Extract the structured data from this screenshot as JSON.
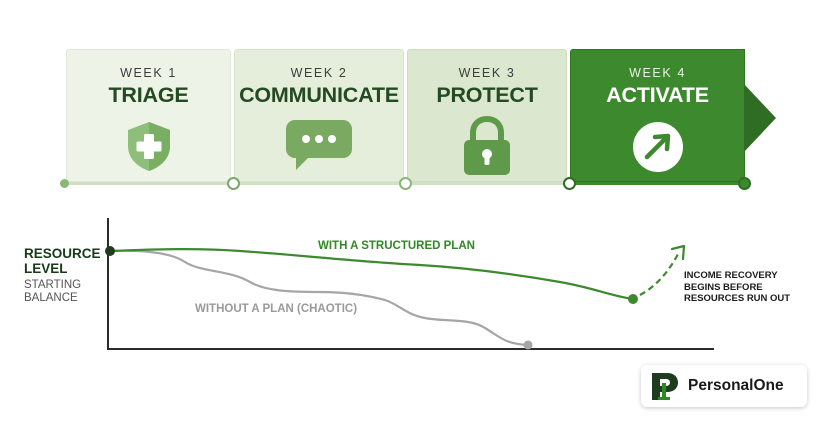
{
  "weeks": [
    {
      "week": "WEEK 1",
      "phase": "TRIAGE",
      "icon": "shield-plus-icon"
    },
    {
      "week": "WEEK 2",
      "phase": "COMMUNICATE",
      "icon": "chat-bubble-icon"
    },
    {
      "week": "WEEK 3",
      "phase": "PROTECT",
      "icon": "padlock-icon"
    },
    {
      "week": "WEEK 4",
      "phase": "ACTIVATE",
      "icon": "arrow-up-right-icon"
    }
  ],
  "chart": {
    "y_axis_label_line1": "RESOURCE",
    "y_axis_label_line2": "LEVEL",
    "starting_label_line1": "STARTING",
    "starting_label_line2": "BALANCE",
    "with_plan_label": "WITH A STRUCTURED PLAN",
    "without_plan_label": "WITHOUT A PLAN (CHAOTIC)",
    "recovery_line1": "INCOME RECOVERY",
    "recovery_line2": "BEGINS BEFORE",
    "recovery_line3": "RESOURCES RUN OUT"
  },
  "brand": {
    "name": "PersonalOne",
    "logo": "personalone-logo-icon"
  },
  "colors": {
    "primary_green": "#3d8a2e",
    "dark_green": "#244a22",
    "light_green": "#dbe8cf",
    "chaotic_gray": "#a6a6a6"
  }
}
